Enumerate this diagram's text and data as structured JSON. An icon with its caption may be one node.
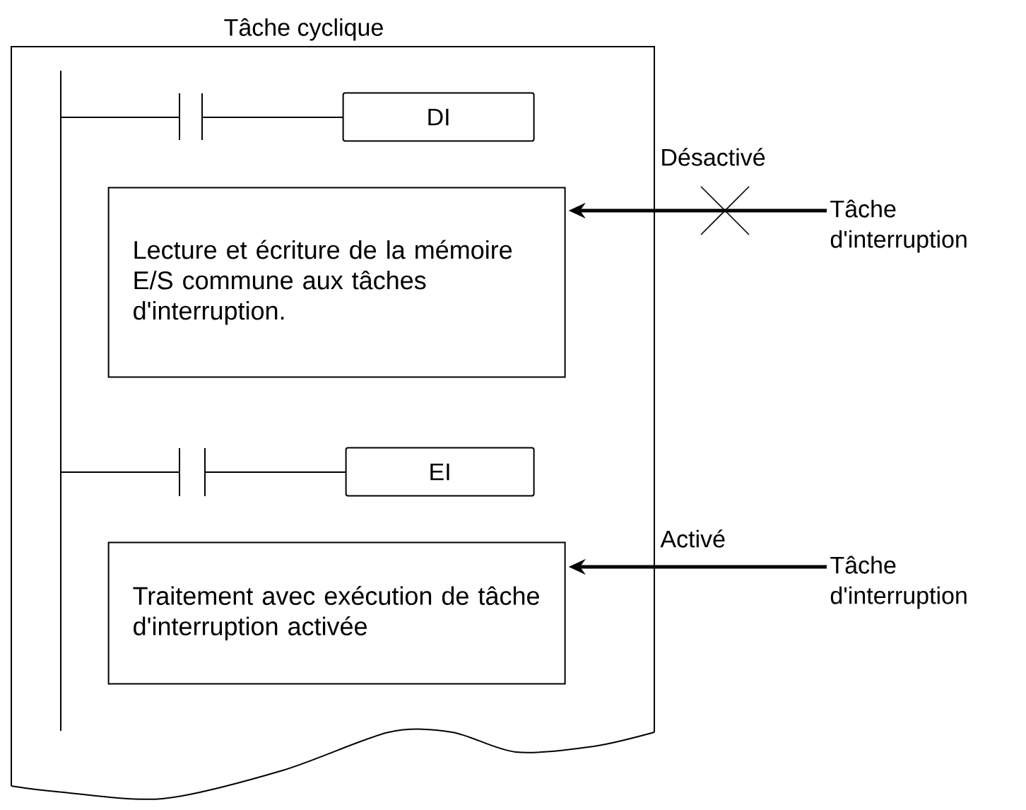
{
  "diagram": {
    "nodes": [
      {
        "text": [
          "Tâche cyclique"
        ]
      },
      {
        "text": [
          "DI"
        ],
        "in": 0
      },
      {
        "text": [
          "Lecture et écriture de la mémoire E/S commune aux tâches d'interruption."
        ],
        "in": 0
      },
      {
        "text": [
          "EI"
        ],
        "in": 0
      },
      {
        "text": [
          "Traitement avec exécution de tâche d'interruption activée"
        ],
        "in": 0
      },
      {
        "text": [
          "Tâche d'interruption"
        ]
      },
      {
        "text": [
          "Tâche d'interruption"
        ]
      }
    ],
    "edges": [
      {
        "from": 5,
        "to": 2,
        "arrow": "to",
        "label": "Désactivé"
      },
      {
        "from": 6,
        "to": 4,
        "arrow": "to",
        "label": "Activé"
      }
    ]
  }
}
